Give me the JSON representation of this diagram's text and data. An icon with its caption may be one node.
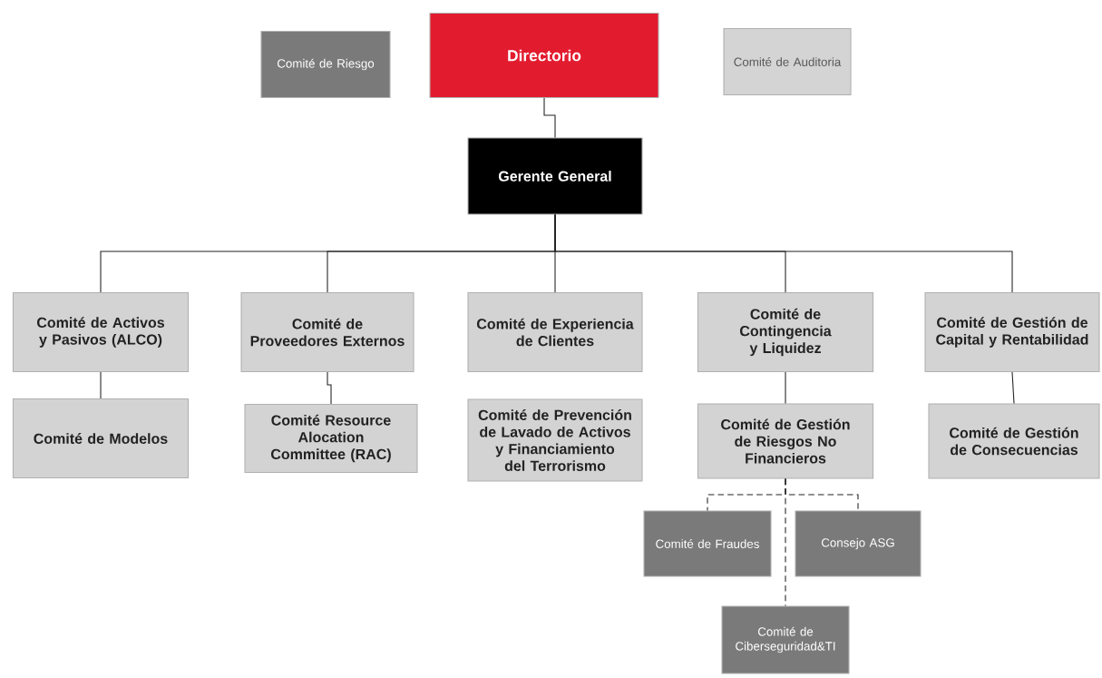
{
  "diagram": {
    "nodes": [
      {
        "text": [
          "Comité de Riesgo"
        ]
      },
      {
        "text": [
          "Directorio"
        ]
      },
      {
        "text": [
          "Comité de Auditoria"
        ]
      },
      {
        "text": [
          "Gerente General"
        ]
      },
      {
        "text": [
          "Comité de Activos y Pasivos (ALCO)"
        ]
      },
      {
        "text": [
          "Comité de Proveedores Externos"
        ]
      },
      {
        "text": [
          "Comité de Experiencia de Clientes"
        ]
      },
      {
        "text": [
          "Comité de Contingencia y Liquidez"
        ]
      },
      {
        "text": [
          "Comité de Gestión de Capital y Rentabilidad"
        ]
      },
      {
        "text": [
          "Comité de Modelos"
        ]
      },
      {
        "text": [
          "Comité Resource Alocation Committee (RAC)"
        ]
      },
      {
        "text": [
          "Comité de Prevención de Lavado de Activos y Financiamiento del Terrorismo"
        ]
      },
      {
        "text": [
          "Comité de Gestión de Riesgos No Financieros"
        ]
      },
      {
        "text": [
          "Comité de Gestión de Consecuencias"
        ]
      },
      {
        "text": [
          "Comité de Fraudes"
        ]
      },
      {
        "text": [
          "Consejo ASG"
        ]
      },
      {
        "text": [
          "Comité de Ciberseguridad&TI"
        ]
      }
    ],
    "edges": [
      {
        "from": 1,
        "to": 3,
        "arrow": "none"
      },
      {
        "from": 3,
        "to": 4,
        "arrow": "none"
      },
      {
        "from": 3,
        "to": 5,
        "arrow": "none"
      },
      {
        "from": 3,
        "to": 6,
        "arrow": "none"
      },
      {
        "from": 3,
        "to": 7,
        "arrow": "none"
      },
      {
        "from": 3,
        "to": 8,
        "arrow": "none"
      },
      {
        "from": 4,
        "to": 9,
        "arrow": "none"
      },
      {
        "from": 5,
        "to": 10,
        "arrow": "none"
      },
      {
        "from": 7,
        "to": 12,
        "arrow": "none"
      },
      {
        "from": 8,
        "to": 13,
        "arrow": "none"
      },
      {
        "from": 12,
        "to": 14,
        "arrow": "none",
        "style": "dashed"
      },
      {
        "from": 12,
        "to": 15,
        "arrow": "none",
        "style": "dashed"
      },
      {
        "from": 12,
        "to": 16,
        "arrow": "none",
        "style": "dashed"
      }
    ]
  }
}
